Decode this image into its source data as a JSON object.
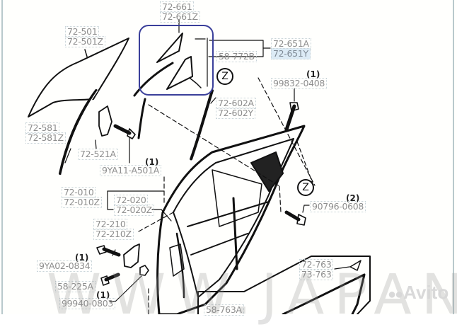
{
  "diagram": {
    "type": "exploded parts diagram",
    "subject": "rear door assembly",
    "highlight_color": "#3a3f9a",
    "label_highlight_color": "#dcebf6"
  },
  "labels": {
    "p72_661": "72-661",
    "p72_661z": "72-661Z",
    "p72_501": "72-501",
    "p72_501z": "72-501Z",
    "p72_651a": "72-651A",
    "p72_651y": "72-651Y",
    "p58_772b": "58-772B",
    "p99832_0408": "99832-0408",
    "p72_602a": "72-602A",
    "p72_602y": "72-602Y",
    "p72_581": "72-581",
    "p72_581z": "72-581Z",
    "p72_521a": "72-521A",
    "p9ya11_a501a": "9YA11-A501A",
    "p72_010": "72-010",
    "p72_010z": "72-010Z",
    "p72_020": "72-020",
    "p72_020z": "72-020Z",
    "p90796_0608": "90796-0608",
    "p72_210": "72-210",
    "p72_210z": "72-210Z",
    "p9ya02_0834": "9YA02-0834",
    "p58_225a": "58-225A",
    "p99940_0803": "99940-0803",
    "p72_763": "72-763",
    "p73_763": "73-763",
    "p58_763a": "58-763A"
  },
  "quantities": {
    "q99832": "(1)",
    "q9ya11": "(1)",
    "q90796": "(2)",
    "q9ya02": "(1)",
    "q99940": "(1)"
  },
  "callouts": {
    "z1": "Z",
    "z2": "Z"
  },
  "watermarks": {
    "site": "WWW.JAPANCARS",
    "marketplace": "Avito",
    "marketplace_icon": "avito-logo-icon"
  }
}
